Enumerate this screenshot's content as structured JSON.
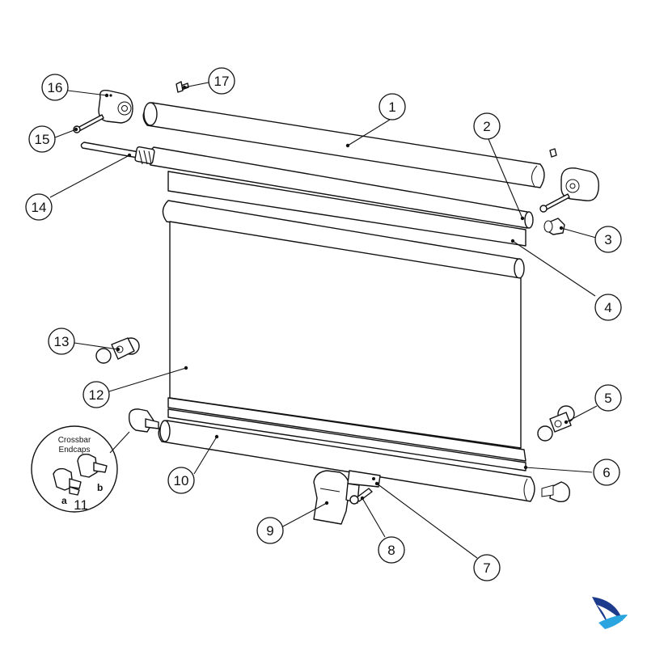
{
  "callouts": [
    "1",
    "2",
    "3",
    "4",
    "5",
    "6",
    "7",
    "8",
    "9",
    "10",
    "11",
    "12",
    "13",
    "14",
    "15",
    "16",
    "17"
  ],
  "inset": {
    "title_line1": "Crossbar",
    "title_line2": "Endcaps",
    "label_a": "a",
    "label_b": "b"
  },
  "colors": {
    "line": "#111111",
    "logo_dark": "#1d3b8c",
    "logo_light": "#2aa5e0"
  },
  "logo_icon": "bird-wing-logo"
}
